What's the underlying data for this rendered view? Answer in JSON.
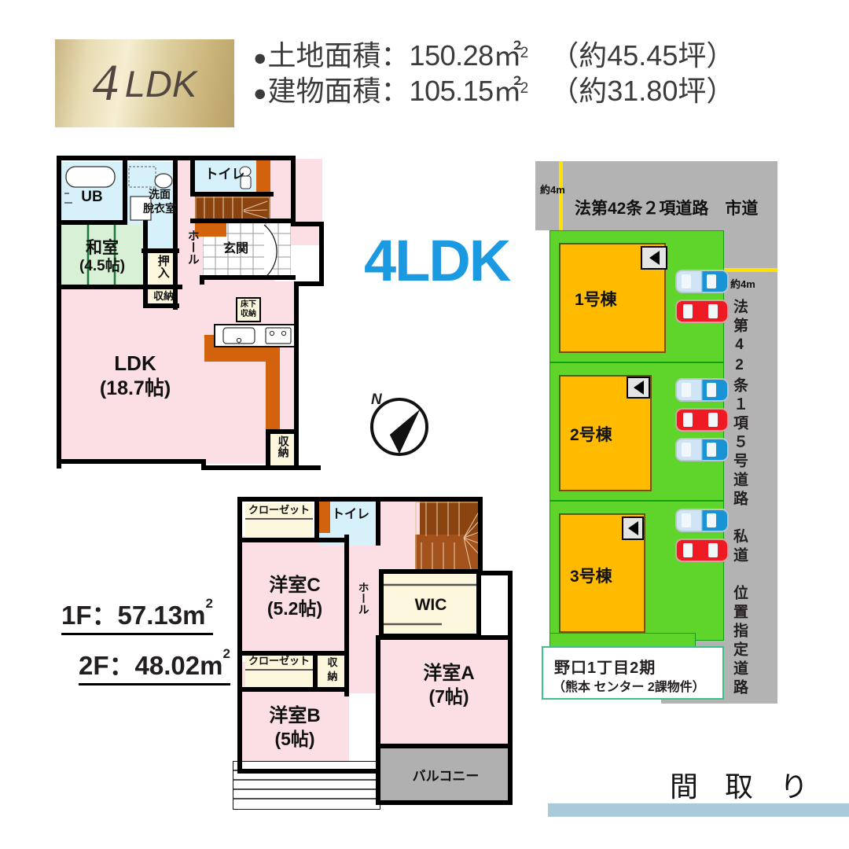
{
  "badge": {
    "number": "4",
    "suffix": "LDK"
  },
  "header": {
    "lines": [
      {
        "bullet": "●",
        "label": "土地面積：",
        "value": "150.28",
        "unit": "㎡",
        "sup": "2",
        "paren": "（約45.45坪）"
      },
      {
        "bullet": "●",
        "label": "建物面積：",
        "value": "105.15",
        "unit": "㎡",
        "sup": "2",
        "paren": "（約31.80坪）"
      }
    ]
  },
  "plan_type_big": "4LDK",
  "areas": {
    "floor1": "1F：57.13m",
    "floor1_sup": "2",
    "floor2": "2F：48.02m",
    "floor2_sup": "2"
  },
  "footer": {
    "title": "間 取 り",
    "bar_color": "#a9cbd9"
  },
  "compass": {
    "north_label": "N"
  },
  "floor1": {
    "rooms": [
      {
        "name": "unit-bath",
        "label": "UB",
        "area": ""
      },
      {
        "name": "washroom",
        "label": "洗面",
        "label2": "脫衣室"
      },
      {
        "name": "japanese-room",
        "label": "和室",
        "area": "(4.5帖)"
      },
      {
        "name": "oshiire",
        "label": "押入"
      },
      {
        "name": "storage-1",
        "label": "収納"
      },
      {
        "name": "hall",
        "label": "ホール"
      },
      {
        "name": "toilet",
        "label": "トイレ"
      },
      {
        "name": "entrance",
        "label": "玄関"
      },
      {
        "name": "underfloor-storage",
        "label": "床下",
        "label2": "収納"
      },
      {
        "name": "ldk",
        "label": "LDK",
        "area": "(18.7帖)"
      },
      {
        "name": "storage-2",
        "label": "収納"
      }
    ]
  },
  "floor2": {
    "rooms": [
      {
        "name": "closet-c",
        "label": "クローゼット"
      },
      {
        "name": "toilet-2f",
        "label": "トイレ"
      },
      {
        "name": "western-room-c",
        "label": "洋室C",
        "area": "(5.2帖)"
      },
      {
        "name": "hall-2f",
        "label": "ホール"
      },
      {
        "name": "wic",
        "label": "WIC"
      },
      {
        "name": "closet-b",
        "label": "クローゼット"
      },
      {
        "name": "storage-2f",
        "label": "収",
        "label2": "納"
      },
      {
        "name": "western-room-b",
        "label": "洋室B",
        "area": "(5帖)"
      },
      {
        "name": "western-room-a",
        "label": "洋室A",
        "area": "(7帖)"
      },
      {
        "name": "balcony",
        "label": "バルコニー"
      }
    ]
  },
  "site": {
    "road_top": "法第42条２項道路　市道",
    "road_right": "法第42条１項５号道路　私道　位置指定道路",
    "width_top": "約4m",
    "width_right": "約4m",
    "buildings": [
      {
        "name": "building-1",
        "label": "1号棟",
        "cars": [
          "blue",
          "red"
        ]
      },
      {
        "name": "building-2",
        "label": "2号棟",
        "cars": [
          "blue",
          "red",
          "blue"
        ]
      },
      {
        "name": "building-3",
        "label": "3号棟",
        "cars": [
          "blue",
          "red"
        ]
      }
    ],
    "caption_line1": "野口1丁目2期",
    "caption_line2": "（熊本 センター 2課物件）",
    "colors": {
      "land": "#5fd42a",
      "building": "#ffbb00",
      "road": "#b3b3b3",
      "width_mark": "#ffe000"
    }
  }
}
